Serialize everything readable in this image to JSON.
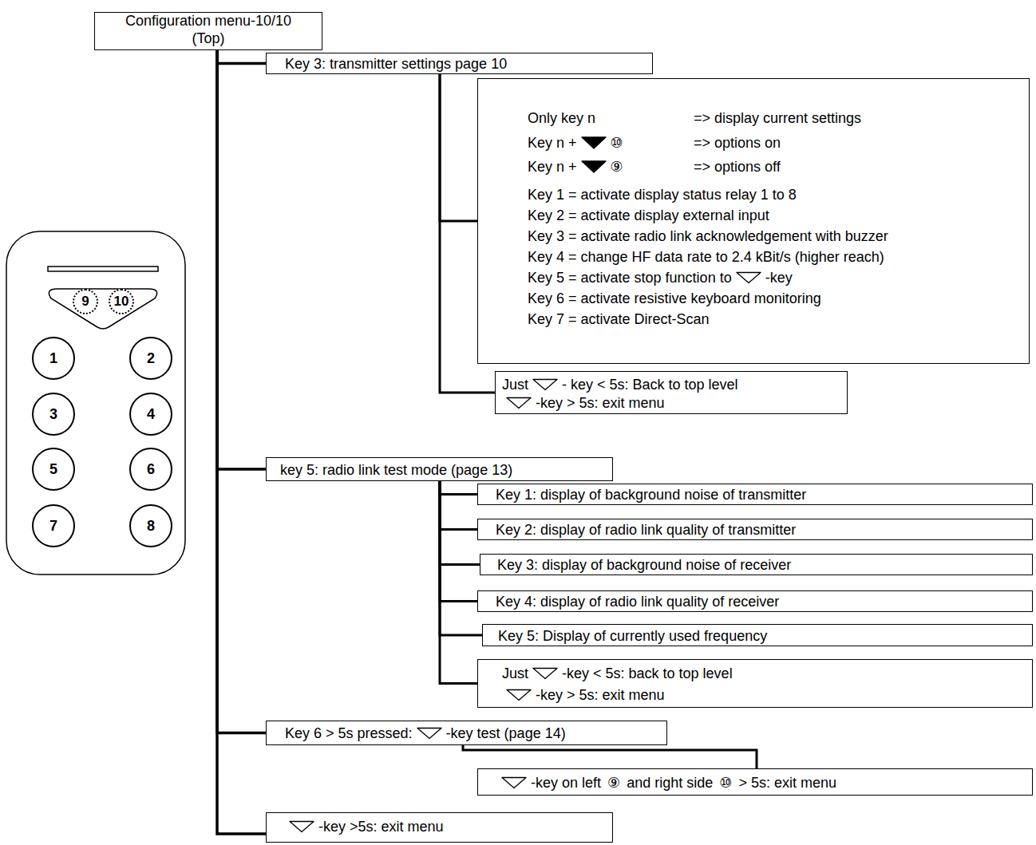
{
  "diagram": {
    "nodes": [
      {
        "text": [
          "Configuration menu-10/10",
          "(Top)"
        ]
      },
      {
        "text": [
          "Key 3: transmitter settings page 10"
        ]
      },
      {
        "text": [
          "Only key n",
          "=> display current settings",
          "Key n +",
          "⑩",
          "=> options on",
          "Key n +",
          "⑨",
          "=> options off",
          "Key 1 = activate display status relay 1 to 8",
          "Key 2 = activate display external input",
          "Key 3 = activate radio link acknowledgement with buzzer",
          "Key 4 = change HF data rate to 2.4 kBit/s (higher reach)",
          "Key 5 = activate stop function to",
          "-key",
          "Key 6 = activate resistive keyboard monitoring",
          "Key 7 = activate Direct-Scan"
        ]
      },
      {
        "text": [
          "Just",
          "- key < 5s: Back to top level",
          "-key > 5s: exit menu"
        ]
      },
      {
        "text": [
          "key 5: radio link test mode (page 13)"
        ]
      },
      {
        "text": [
          "Key 1: display of background noise of transmitter"
        ]
      },
      {
        "text": [
          "Key 2: display of radio link quality of transmitter"
        ]
      },
      {
        "text": [
          "Key 3: display of background noise of receiver"
        ]
      },
      {
        "text": [
          "Key 4: display of radio link quality of receiver"
        ]
      },
      {
        "text": [
          "Key 5: Display of currently used frequency"
        ]
      },
      {
        "text": [
          "Just",
          "-key < 5s: back to top level",
          "-key > 5s: exit menu"
        ]
      },
      {
        "text": [
          "Key 6 > 5s pressed:",
          "-key test (page 14)"
        ]
      },
      {
        "text": [
          "-key on left",
          "⑨",
          "and right side",
          "⑩",
          "> 5s: exit menu"
        ]
      },
      {
        "text": [
          "-key >5s: exit menu"
        ]
      },
      {
        "text": [
          "9"
        ]
      },
      {
        "text": [
          "10"
        ]
      },
      {
        "text": [
          "1"
        ]
      },
      {
        "text": [
          "2"
        ]
      },
      {
        "text": [
          "3"
        ]
      },
      {
        "text": [
          "4"
        ]
      },
      {
        "text": [
          "5"
        ]
      },
      {
        "text": [
          "6"
        ]
      },
      {
        "text": [
          "7"
        ]
      },
      {
        "text": [
          "8"
        ]
      }
    ],
    "edges": [
      {
        "from": 0,
        "to": 1,
        "arrow": "none"
      },
      {
        "from": 1,
        "to": 2,
        "arrow": "none"
      },
      {
        "from": 1,
        "to": 3,
        "arrow": "none"
      },
      {
        "from": 0,
        "to": 4,
        "arrow": "none"
      },
      {
        "from": 4,
        "to": 5,
        "arrow": "none"
      },
      {
        "from": 4,
        "to": 6,
        "arrow": "none"
      },
      {
        "from": 4,
        "to": 7,
        "arrow": "none"
      },
      {
        "from": 4,
        "to": 8,
        "arrow": "none"
      },
      {
        "from": 4,
        "to": 9,
        "arrow": "none"
      },
      {
        "from": 4,
        "to": 10,
        "arrow": "none"
      },
      {
        "from": 0,
        "to": 11,
        "arrow": "none"
      },
      {
        "from": 11,
        "to": 12,
        "arrow": "none"
      },
      {
        "from": 0,
        "to": 13,
        "arrow": "none"
      }
    ]
  }
}
